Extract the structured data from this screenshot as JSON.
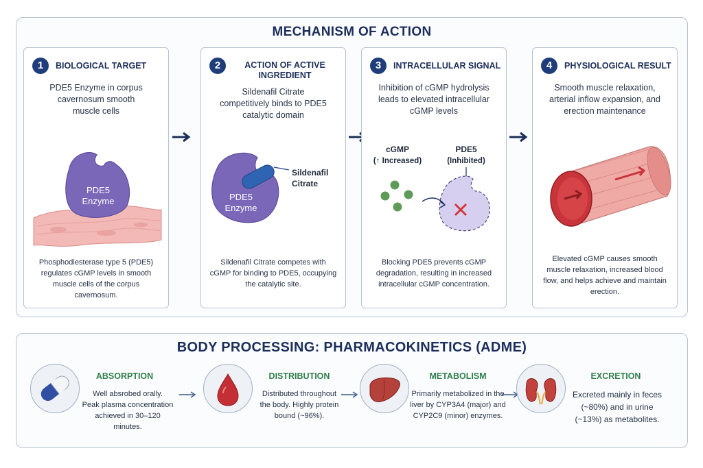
{
  "moa": {
    "title": "MECHANISM OF ACTION",
    "steps": [
      {
        "number": "1",
        "title": "BIOLOGICAL TARGET",
        "description": "PDE5 Enzyme in corpus cavernosum smooth muscle cells",
        "illustration_label": "PDE5\nEnzyme",
        "footer": "Phosphodiesterase type 5 (PDE5) regulates cGMP levels in smooth muscle cells of the corpus cavernosum."
      },
      {
        "number": "2",
        "title": "ACTION OF ACTIVE INGREDIENT",
        "description": "Sildenafil Citrate competitively binds to PDE5 catalytic domain",
        "illustration_label": "PDE5\nEnzyme",
        "drug_label": "Sildenafil\nCitrate",
        "footer": "Sildenafil Citrate competes with cGMP for binding to PDE5, occupying the catalytic site."
      },
      {
        "number": "3",
        "title": "INTRACELLULAR SIGNAL",
        "description": "Inhibition of cGMP hydrolysis leads to elevated intracellular cGMP levels",
        "cgmp_label": "cGMP\n(↑ Increased)",
        "pde5_label": "PDE5\n(Inhibited)",
        "footer": "Blocking PDE5 prevents cGMP degradation, resulting in increased intracellular cGMP concentration."
      },
      {
        "number": "4",
        "title": "PHYSIOLOGICAL RESULT",
        "description": "Smooth muscle relaxation, arterial inflow expansion, and erection maintenance",
        "footer": "Elevated cGMP causes smooth muscle relaxation, increased blood flow, and helps achieve and maintain erection."
      }
    ]
  },
  "adme": {
    "title": "BODY PROCESSING: PHARMACOKINETICS (ADME)",
    "items": [
      {
        "title": "ABSORPTION",
        "icon": "capsule-icon",
        "description": "Well absrobed orally.\nPeak plasma concentration\nachieved in 30–120 minutes."
      },
      {
        "title": "DISTRIBUTION",
        "icon": "blood-drop-icon",
        "description": "Distributed throughout\nthe body. Highly protein\nbound (~96%)."
      },
      {
        "title": "METABOLISM",
        "icon": "liver-icon",
        "description": "Primarily metabolized in the\nliver by CYP3A4 (major) and\nCYP2C9 (minor) enzymes."
      },
      {
        "title": "EXCRETION",
        "icon": "kidneys-icon",
        "description": "Excreted mainly in feces\n(~80%) and in urine\n(~13%) as metabolites."
      }
    ]
  },
  "colors": {
    "navy": "#1c2f5a",
    "enzyme_purple": "#7a67b8",
    "drug_blue": "#2f64b3",
    "cgmp_green": "#5f9a58",
    "artery_red": "#c9333a",
    "adme_green": "#2f7f4a"
  }
}
